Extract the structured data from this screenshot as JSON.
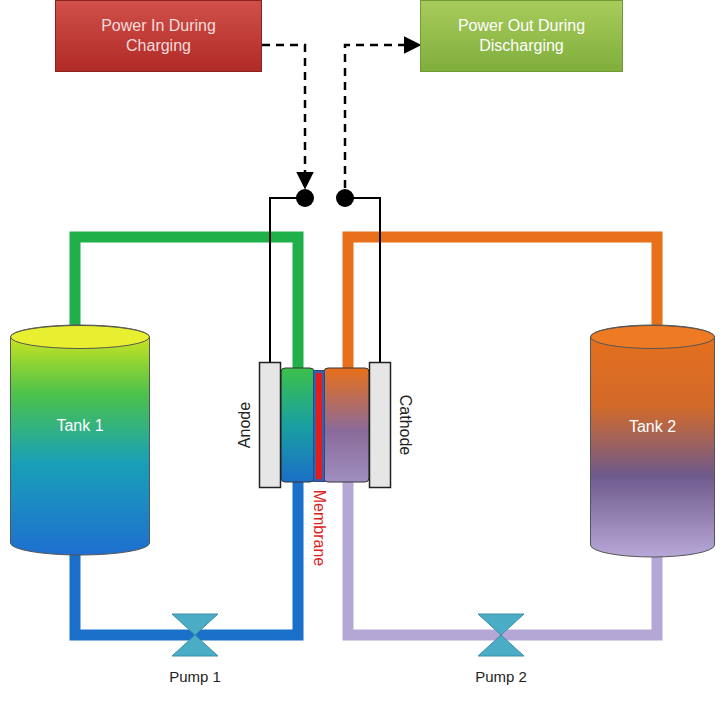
{
  "diagram": {
    "nodes": [
      {
        "text": [
          "Power In During Charging"
        ]
      },
      {
        "text": [
          "Power Out During Discharging"
        ]
      },
      {
        "text": [
          "Tank 1"
        ]
      },
      {
        "text": [
          "Tank 2"
        ]
      },
      {
        "text": [
          "Anode"
        ]
      },
      {
        "text": [
          "Cathode"
        ]
      },
      {
        "text": [
          "Membrane"
        ]
      }
    ],
    "labels": [
      "Pump 1",
      "Pump 2"
    ]
  }
}
